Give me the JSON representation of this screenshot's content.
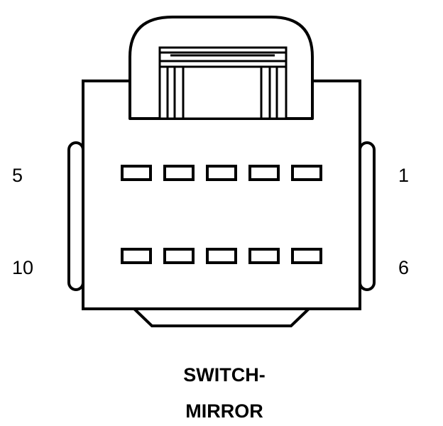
{
  "connector": {
    "pin_labels": {
      "top_left": "5",
      "top_right": "1",
      "bottom_left": "10",
      "bottom_right": "6"
    },
    "caption": {
      "line1": "SWITCH-",
      "line2": "MIRROR"
    },
    "pin_rows": 2,
    "pins_per_row": 5
  },
  "colors": {
    "stroke": "#000000",
    "background": "#ffffff"
  }
}
